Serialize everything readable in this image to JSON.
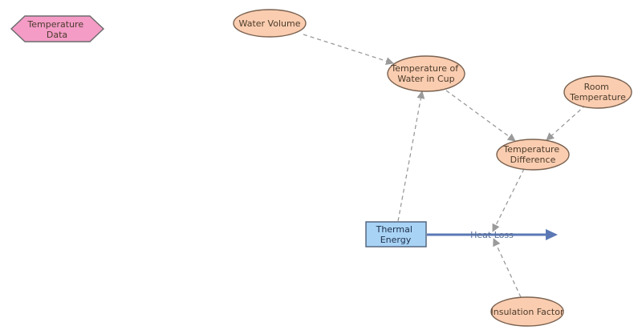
{
  "nodes": {
    "temperature_data": {
      "lines": [
        "Temperature",
        "Data"
      ],
      "color": "#f49bc6"
    },
    "water_volume": {
      "lines": [
        "Water Volume"
      ],
      "color": "#fbcdb0"
    },
    "temp_water_cup": {
      "lines": [
        "Temperature of",
        "Water in Cup"
      ],
      "color": "#fbcdb0"
    },
    "room_temperature": {
      "lines": [
        "Room",
        "Temperature"
      ],
      "color": "#fbcdb0"
    },
    "temperature_difference": {
      "lines": [
        "Temperature",
        "Difference"
      ],
      "color": "#fbcdb0"
    },
    "thermal_energy": {
      "lines": [
        "Thermal",
        "Energy"
      ],
      "color": "#a8d3f5"
    },
    "insulation_factor": {
      "lines": [
        "Insulation Factor"
      ],
      "color": "#fbcdb0"
    }
  },
  "flow": {
    "label": "Heat Loss",
    "color": "#5b78b5"
  },
  "link_color": "#9a9a9a"
}
